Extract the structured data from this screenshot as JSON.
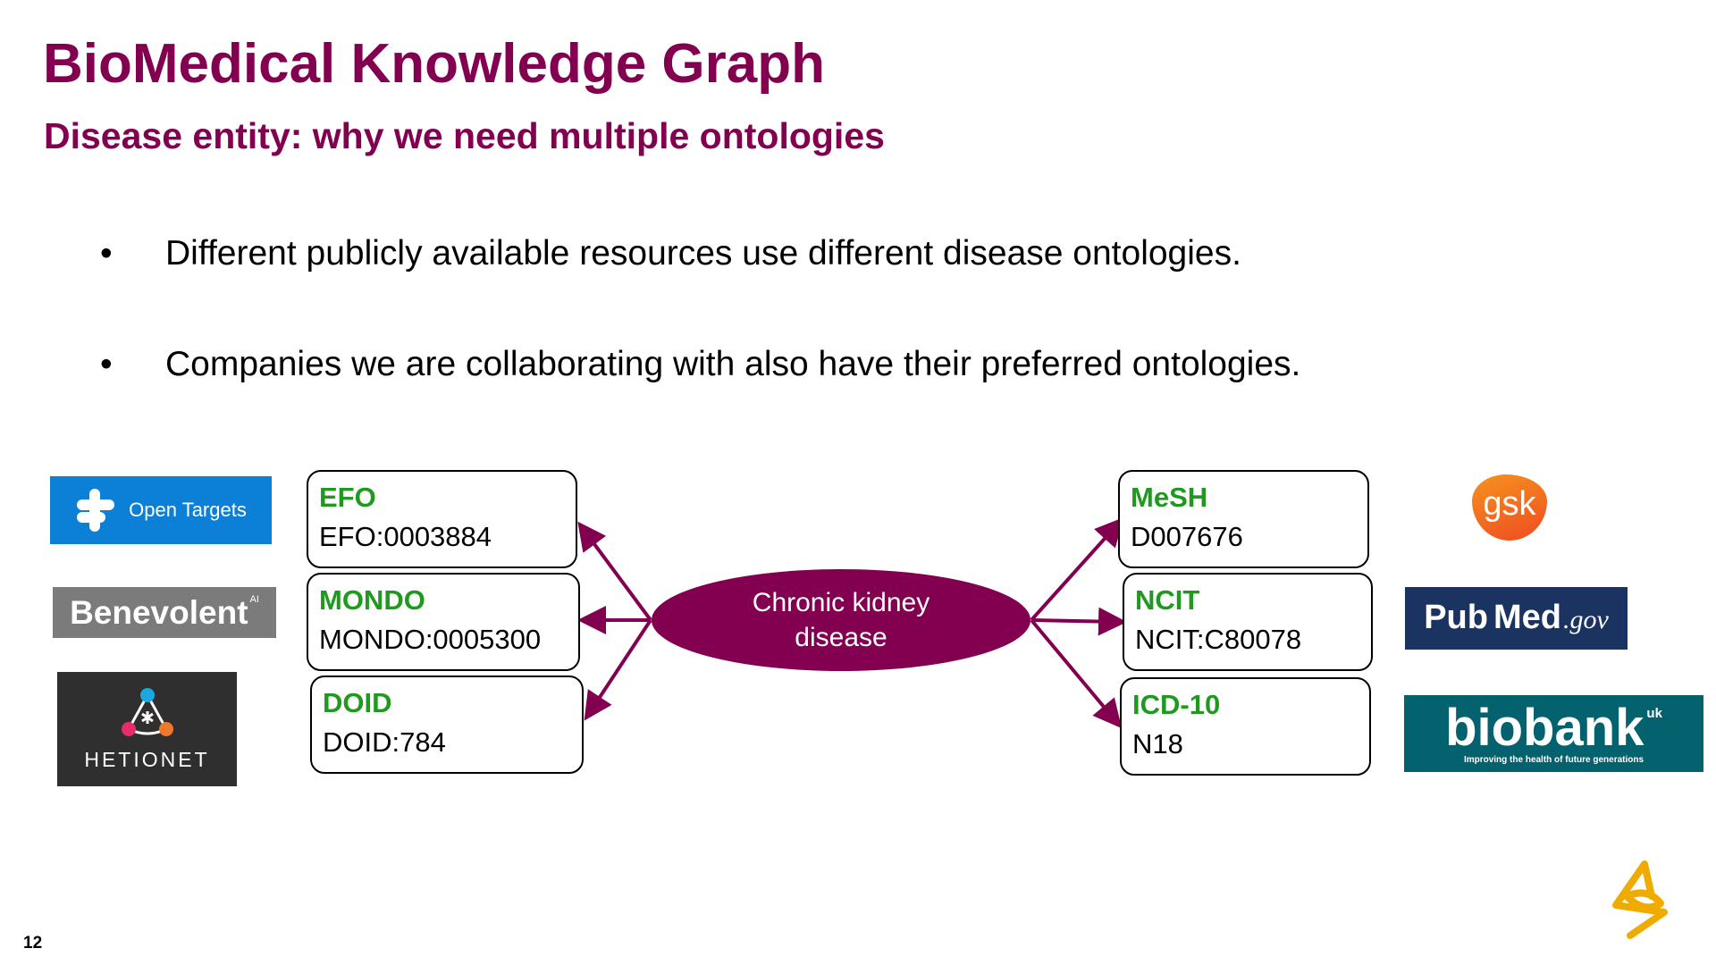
{
  "header": {
    "title": "BioMedical Knowledge Graph",
    "subtitle": "Disease entity: why we need multiple ontologies"
  },
  "bullets": [
    "Different publicly available resources use different disease ontologies.",
    "Companies we are collaborating with also have their preferred ontologies."
  ],
  "bullet_glyph": "•",
  "center_node": {
    "line1": "Chronic kidney",
    "line2": "disease"
  },
  "left_ontologies": [
    {
      "name": "EFO",
      "id": "EFO:0003884"
    },
    {
      "name": "MONDO",
      "id": "MONDO:0005300"
    },
    {
      "name": "DOID",
      "id": "DOID:784"
    }
  ],
  "right_ontologies": [
    {
      "name": "MeSH",
      "id": "D007676"
    },
    {
      "name": "NCIT",
      "id": "NCIT:C80078"
    },
    {
      "name": "ICD-10",
      "id": "N18"
    }
  ],
  "logos": {
    "open_targets": "Open Targets",
    "benevolent": "Benevolent",
    "benevolent_sup": "AI",
    "hetionet": "HETIONET",
    "gsk": "gsk",
    "pubmed_a": "Pub",
    "pubmed_b": "Med",
    "pubmed_c": ".gov",
    "biobank": "biobank",
    "biobank_sup": "uk",
    "biobank_tagline": "Improving the health of future generations"
  },
  "footer": {
    "page_number": "12"
  },
  "colors": {
    "brand": "#830051",
    "green": "#1f9a1f",
    "arrow": "#830051"
  }
}
